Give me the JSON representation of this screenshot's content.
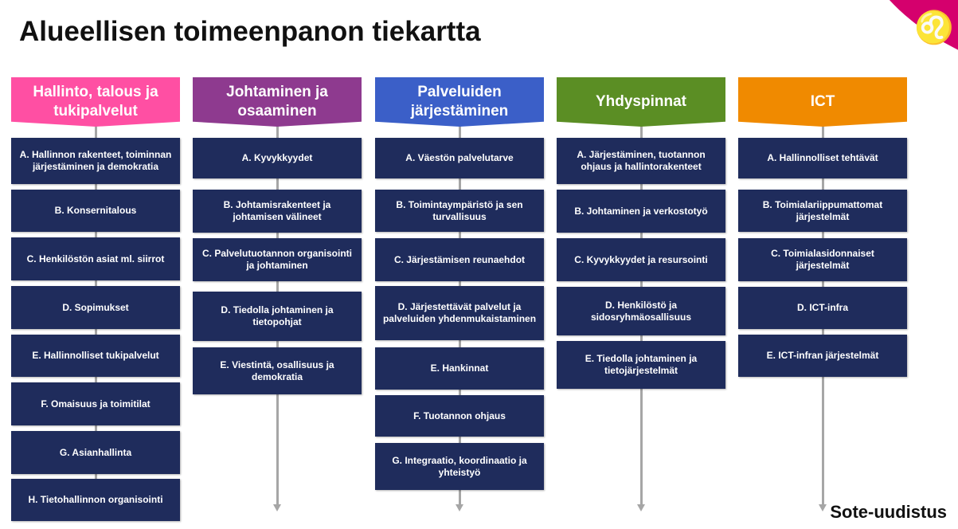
{
  "title": "Alueellisen toimeenpanon tiekartta",
  "footer": "Sote-uudistus",
  "columns": [
    {
      "header": "Hallinto, talous ja tukipalvelut",
      "color": "#ff4fa3",
      "items": [
        "A. Hallinnon rakenteet, toiminnan järjestäminen ja demokratia",
        "B. Konsernitalous",
        "C. Henkilöstön asiat ml. siirrot",
        "D. Sopimukset",
        "E. Hallinnolliset tukipalvelut",
        "F. Omaisuus ja toimitilat",
        "G. Asianhallinta",
        "H. Tietohallinnon organisointi"
      ]
    },
    {
      "header": "Johtaminen ja osaaminen",
      "color": "#8e3a8f",
      "items": [
        "A. Kyvykkyydet",
        "B. Johtamisrakenteet ja johtamisen välineet",
        "C. Palvelutuotannon organisointi ja johtaminen",
        "D. Tiedolla johtaminen ja tietopohjat",
        "E. Viestintä, osallisuus ja demokratia"
      ]
    },
    {
      "header": "Palveluiden järjestäminen",
      "color": "#3b5fc8",
      "items": [
        "A. Väestön palvelutarve",
        "B. Toimintaympäristö ja sen turvallisuus",
        "C. Järjestämisen reunaehdot",
        "D. Järjestettävät palvelut ja palveluiden yhdenmukaistaminen",
        "E. Hankinnat",
        "F. Tuotannon ohjaus",
        "G. Integraatio, koordinaatio ja yhteistyö"
      ]
    },
    {
      "header": "Yhdyspinnat",
      "color": "#5b8e24",
      "items": [
        "A. Järjestäminen, tuotannon ohjaus ja hallintorakenteet",
        "B. Johtaminen ja verkostotyö",
        "C. Kyvykkyydet ja resursointi",
        "D. Henkilöstö ja sidosryhmäosallisuus",
        "E. Tiedolla johtaminen ja tietojärjestelmät"
      ]
    },
    {
      "header": "ICT",
      "color": "#f08a00",
      "items": [
        "A. Hallinnolliset tehtävät",
        "B. Toimialariippumattomat järjestelmät",
        "C. Toimialasidonnaiset järjestelmät",
        "D. ICT-infra",
        "E. ICT-infran järjestelmät"
      ]
    }
  ]
}
